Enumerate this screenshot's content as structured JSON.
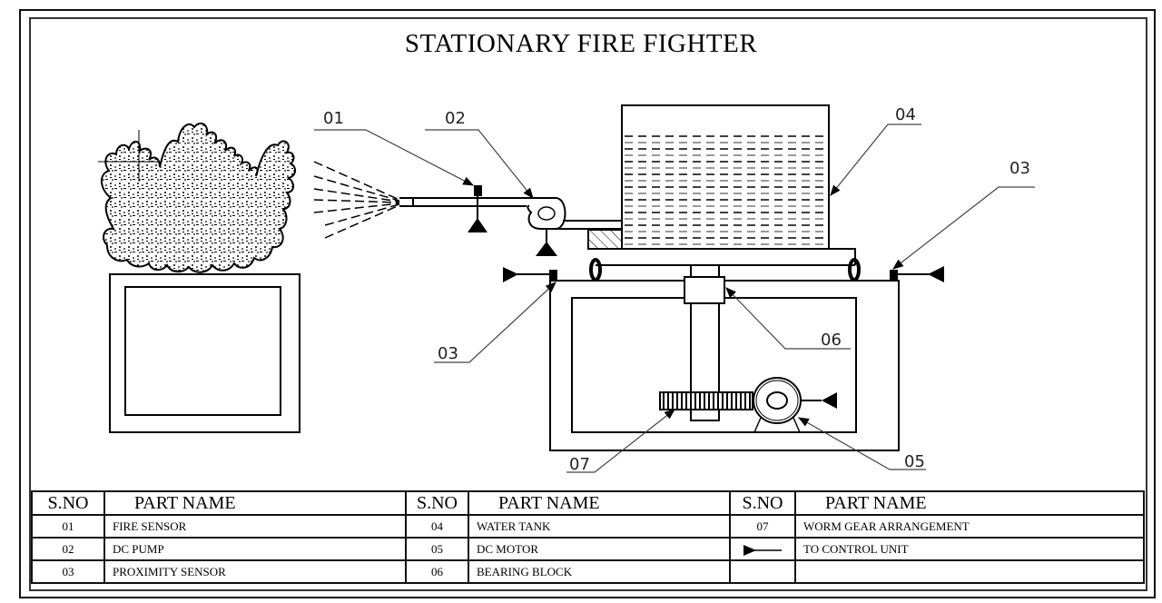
{
  "title": "STATIONARY FIRE FIGHTER",
  "callouts": {
    "c01": "01",
    "c02": "02",
    "c03_left": "03",
    "c03_right": "03",
    "c04": "04",
    "c05": "05",
    "c06": "06",
    "c07": "07"
  },
  "table": {
    "headers": [
      "S.NO",
      "PART NAME",
      "S.NO",
      "PART NAME",
      "S.NO",
      "PART NAME"
    ],
    "rows": [
      [
        {
          "sno": "01",
          "name": "FIRE SENSOR"
        },
        {
          "sno": "04",
          "name": "WATER TANK"
        },
        {
          "sno": "07",
          "name": "WORM GEAR ARRANGEMENT"
        }
      ],
      [
        {
          "sno": "02",
          "name": "DC PUMP"
        },
        {
          "sno": "05",
          "name": "DC MOTOR"
        },
        {
          "sno": "arrow-symbol",
          "name": "TO CONTROL UNIT"
        }
      ],
      [
        {
          "sno": "03",
          "name": "PROXIMITY SENSOR"
        },
        {
          "sno": "06",
          "name": "BEARING BLOCK"
        },
        {
          "sno": "",
          "name": ""
        }
      ]
    ]
  },
  "legend_symbol": "arrow-to-control-unit-icon"
}
